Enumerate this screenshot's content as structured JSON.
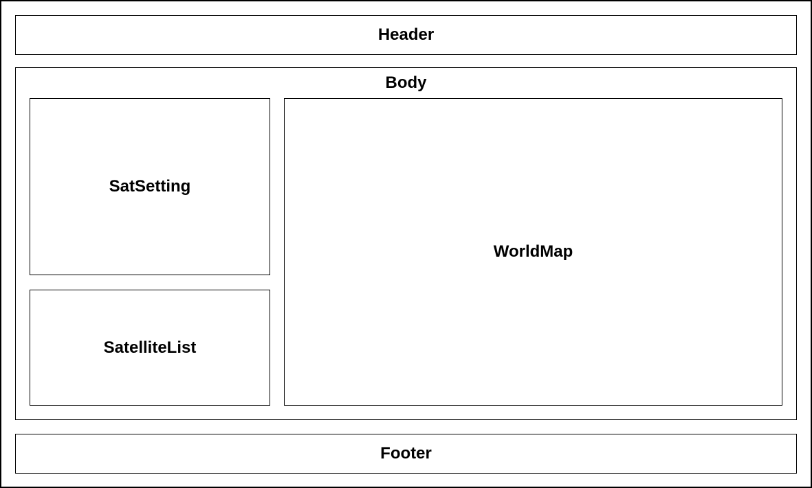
{
  "sections": {
    "header": {
      "label": "Header"
    },
    "body": {
      "label": "Body",
      "sat_setting": {
        "label": "SatSetting"
      },
      "satellite_list": {
        "label": "SatelliteList"
      },
      "world_map": {
        "label": "WorldMap"
      }
    },
    "footer": {
      "label": "Footer"
    }
  },
  "colors": {
    "border": "#000000",
    "background": "#ffffff",
    "text": "#000000"
  }
}
